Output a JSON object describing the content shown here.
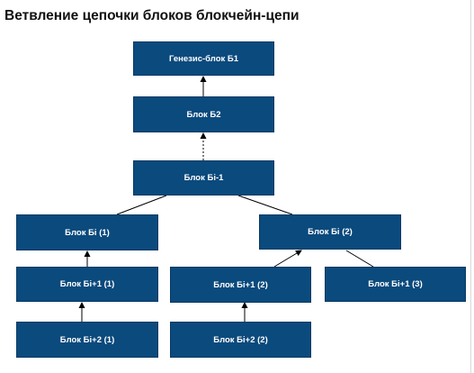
{
  "title": "Ветвление цепочки блоков блокчейн-цепи",
  "colors": {
    "block_fill": "#0b4a7d",
    "connector": "#000000",
    "label": "#ffffff"
  },
  "blocks": {
    "genesis": "Генезис-блок Б1",
    "b2": "Блок Б2",
    "bi_minus_1": "Блок Бі-1",
    "bi_1": "Блок Бі (1)",
    "bi_2": "Блок Бі (2)",
    "bi_plus_1_1": "Блок Бі+1 (1)",
    "bi_plus_1_2": "Блок Бі+1 (2)",
    "bi_plus_1_3": "Блок Бі+1 (3)",
    "bi_plus_2_1": "Блок Бі+2 (1)",
    "bi_plus_2_2": "Блок Бі+2 (2)"
  },
  "edges": [
    {
      "from": "b2",
      "to": "genesis",
      "style": "solid-arrow"
    },
    {
      "from": "bi_minus_1",
      "to": "b2",
      "style": "dotted-arrow"
    },
    {
      "from": "bi_1",
      "to": "bi_minus_1",
      "style": "solid"
    },
    {
      "from": "bi_2",
      "to": "bi_minus_1",
      "style": "solid"
    },
    {
      "from": "bi_plus_1_1",
      "to": "bi_1",
      "style": "solid-arrow"
    },
    {
      "from": "bi_plus_1_2",
      "to": "bi_2",
      "style": "solid-arrow"
    },
    {
      "from": "bi_plus_1_3",
      "to": "bi_2",
      "style": "solid"
    },
    {
      "from": "bi_plus_2_1",
      "to": "bi_plus_1_1",
      "style": "solid-arrow"
    },
    {
      "from": "bi_plus_2_2",
      "to": "bi_plus_1_2",
      "style": "solid-arrow"
    }
  ]
}
